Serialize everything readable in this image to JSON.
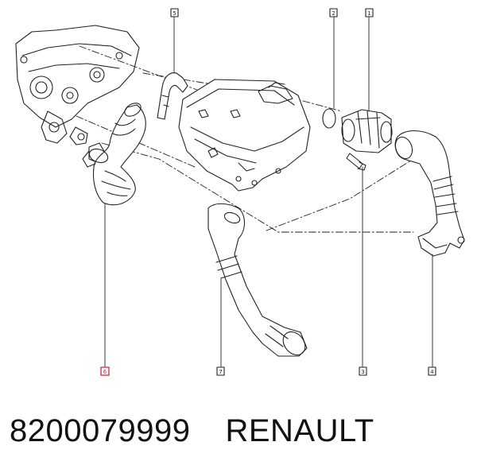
{
  "callouts": [
    {
      "id": "1",
      "label": "1",
      "highlight": false
    },
    {
      "id": "2",
      "label": "2",
      "highlight": false
    },
    {
      "id": "3",
      "label": "3",
      "highlight": false
    },
    {
      "id": "4",
      "label": "4",
      "highlight": false
    },
    {
      "id": "5",
      "label": "5",
      "highlight": false
    },
    {
      "id": "6",
      "label": "6",
      "highlight": true
    },
    {
      "id": "7",
      "label": "7",
      "highlight": false
    }
  ],
  "colors": {
    "line": "#222222",
    "highlight": "#d9253a",
    "fill": "#ffffff"
  },
  "footer": {
    "part_number": "8200079999",
    "brand": "RENAULT"
  }
}
